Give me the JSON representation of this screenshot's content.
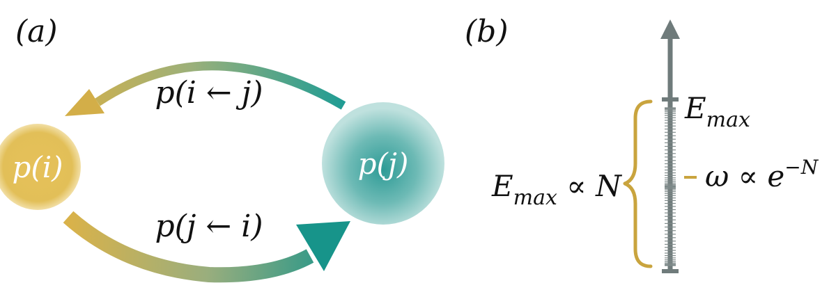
{
  "panel_a": {
    "label": "(a)",
    "node_i": {
      "label": "p(i)"
    },
    "node_j": {
      "label": "p(j)"
    },
    "arrow_top": {
      "label": "p(i ← j)"
    },
    "arrow_bottom": {
      "label": "p(j ← i)"
    }
  },
  "panel_b": {
    "label": "(b)",
    "emax_label": "E",
    "emax_sub": "max",
    "scaling_main": "E",
    "scaling_sub": "max",
    "scaling_rest": " ∝ N",
    "omega_main": "ω ∝ e",
    "omega_sup": "−N"
  },
  "colors": {
    "gold": "#e0bc55",
    "teal": "#1f9f97",
    "axis": "#6f7b7b",
    "brace": "#c9a43e"
  }
}
